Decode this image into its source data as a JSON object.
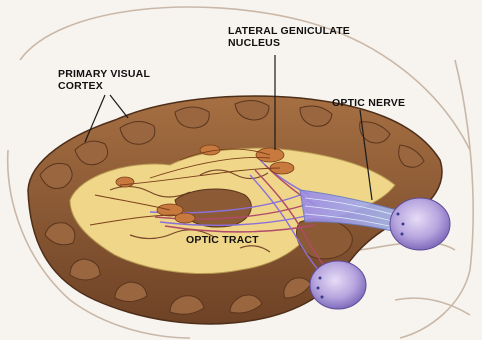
{
  "diagram": {
    "labels": {
      "primary_visual_cortex": [
        "PRIMARY VISUAL",
        "CORTEX"
      ],
      "lateral_geniculate_nucleus": [
        "LATERAL GENICULATE",
        "NUCLEUS"
      ],
      "optic_nerve": "OPTIC NERVE",
      "optic_tract": "OPTIC TRACT"
    },
    "colors": {
      "brain_surface": "#8a5a35",
      "white_matter": "#f0d98a",
      "optic_pathway": "#7a7ae0",
      "optic_nerve": "#9fb8ea",
      "eye": "#b8a8e0",
      "lgn": "#c0703a",
      "head_outline": "#c9b8a8"
    }
  }
}
